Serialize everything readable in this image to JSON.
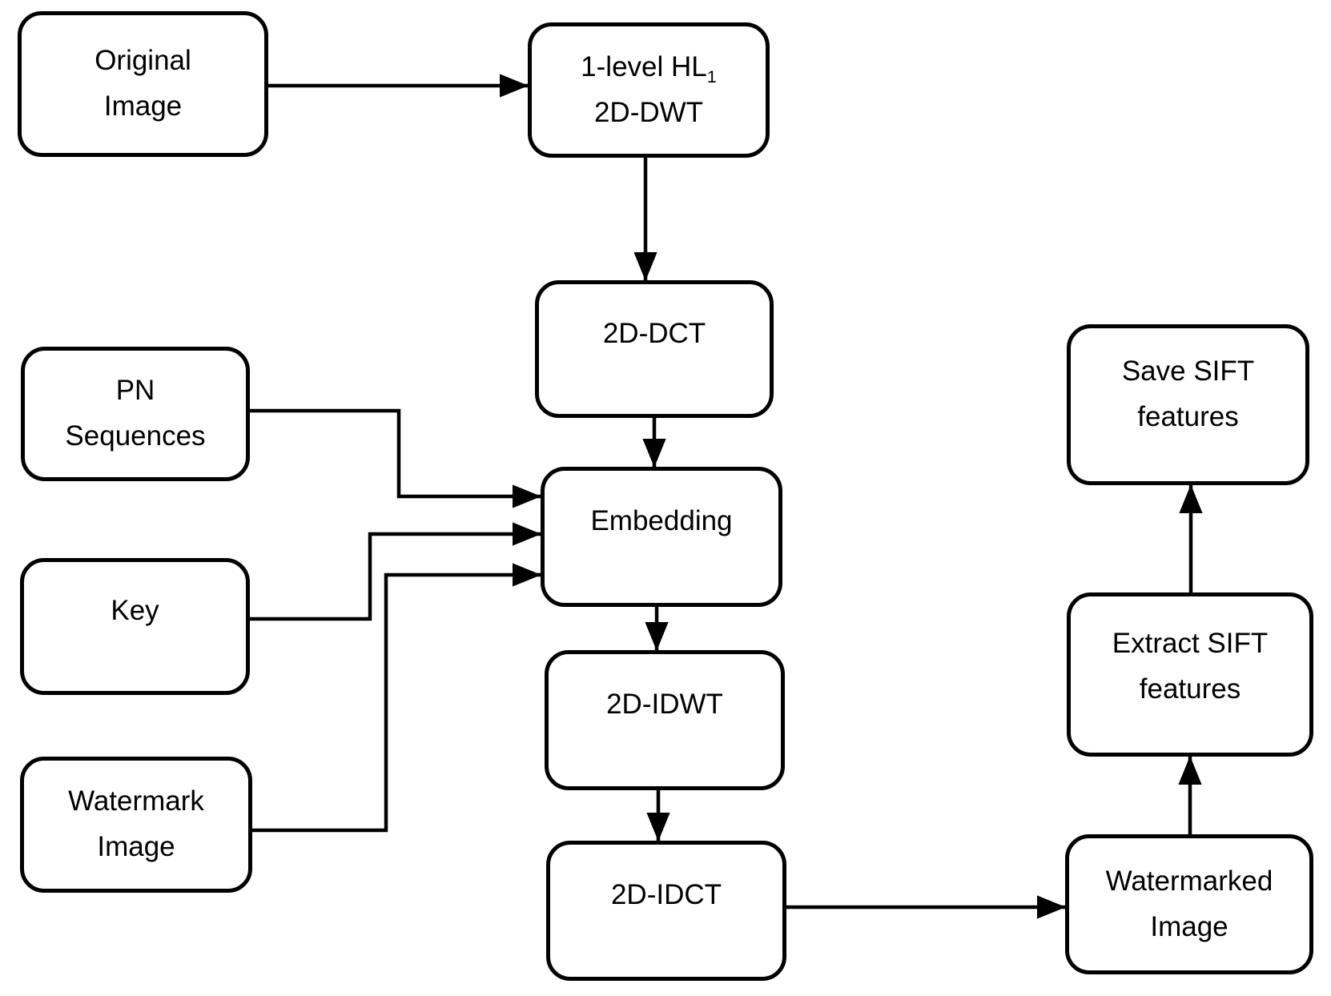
{
  "diagram": {
    "background_color": "#ffffff",
    "line_color": "#000000",
    "box_fill_color": "#ffffff",
    "nodes": {
      "original": {
        "line1": "Original",
        "line2": "Image"
      },
      "dwt": {
        "line1_main": "1-level HL",
        "line1_sub": "1",
        "line2": "2D-DWT"
      },
      "dct": {
        "line1": "2D-DCT"
      },
      "pn": {
        "line1": "PN",
        "line2": "Sequences"
      },
      "key": {
        "line1": "Key"
      },
      "watermark": {
        "line1": "Watermark",
        "line2": "Image"
      },
      "embedding": {
        "line1": "Embedding"
      },
      "idwt": {
        "line1": "2D-IDWT"
      },
      "idct": {
        "line1": "2D-IDCT"
      },
      "watermarked": {
        "line1": "Watermarked",
        "line2": "Image"
      },
      "extract": {
        "line1": "Extract SIFT",
        "line2": "features"
      },
      "save": {
        "line1": "Save SIFT",
        "line2": "features"
      }
    }
  }
}
